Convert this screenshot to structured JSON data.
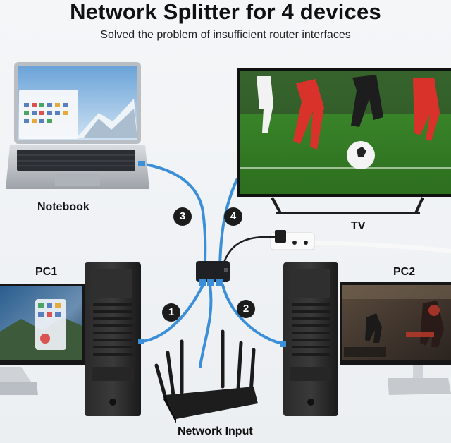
{
  "header": {
    "title": "Network Splitter for 4 devices",
    "subtitle": "Solved the problem of insufficient router interfaces"
  },
  "devices": {
    "notebook": "Notebook",
    "tv": "TV",
    "pc1": "PC1",
    "pc2": "PC2",
    "router": "Network Input"
  },
  "ports": [
    "1",
    "2",
    "3",
    "4"
  ],
  "colors": {
    "cable": "#3a8fd8",
    "device_dark": "#1e1e1e",
    "badge": "#1c1c1c"
  }
}
